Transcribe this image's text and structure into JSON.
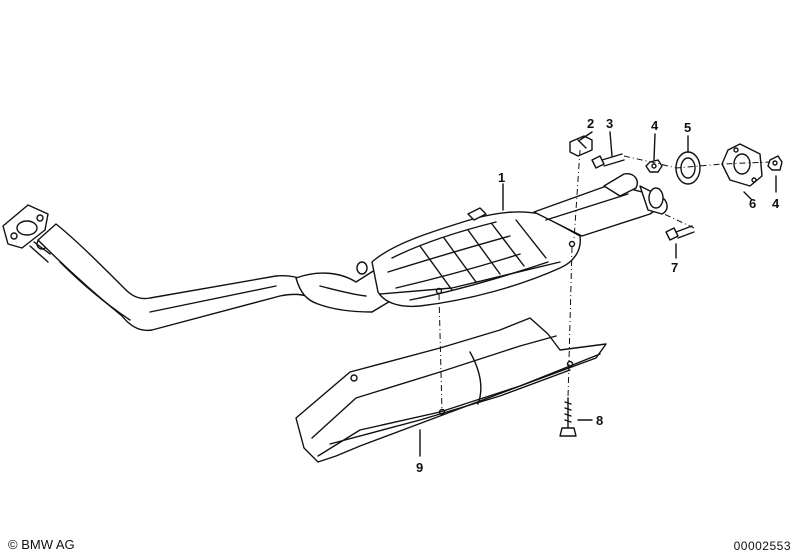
{
  "parts": [
    {
      "number": "1"
    },
    {
      "number": "2"
    },
    {
      "number": "3"
    },
    {
      "number": "4"
    },
    {
      "number": "5"
    },
    {
      "number": "6"
    },
    {
      "number": "4"
    },
    {
      "number": "7"
    },
    {
      "number": "8"
    },
    {
      "number": "9"
    }
  ],
  "footer": {
    "copyright": "© BMW AG",
    "diagram_id": "00002553"
  }
}
